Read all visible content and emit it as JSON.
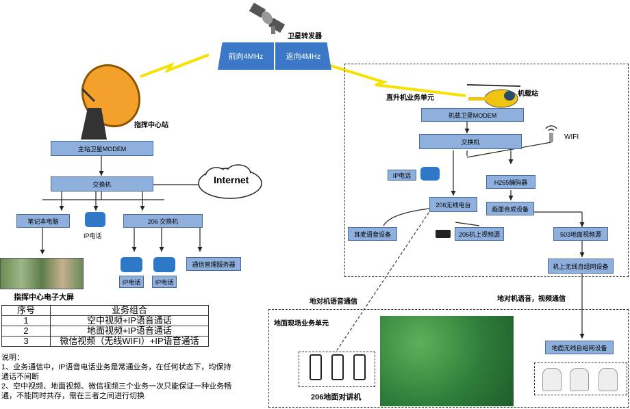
{
  "satellite": {
    "label": "卫星转发器",
    "forward": "前向4MHz",
    "return": "返向4MHz"
  },
  "ground": {
    "station": "指挥中心站",
    "modem": "主站卫星MODEM",
    "switch": "交换机",
    "internet": "Internet",
    "laptop": "笔记本电脑",
    "ipphone": "IP电话",
    "switch206": "206 交换机",
    "ipphone2": "IP电话",
    "ipphone3": "IP电话",
    "server": "通信管理服务器",
    "screen": "指挥中心电子大屏"
  },
  "heli": {
    "unit": "直升机业务单元",
    "station": "机载站",
    "modem": "机载卫星MODEM",
    "switch": "交换机",
    "wifi": "WIFI",
    "ipphone": "IP电话",
    "encoder": "H265编码器",
    "radio206": "206无线电台",
    "composer": "画面合成设备",
    "headset": "耳麦语音设备",
    "video206": "206机上视频源",
    "video503": "503地面视频源",
    "selfnet": "机上无线自组网设备"
  },
  "links": {
    "voice": "地对机语音通信",
    "voice_video": "地对机语音，视频通信"
  },
  "field": {
    "unit": "地面现场业务单元",
    "talkie": "206地面对讲机",
    "selfnet": "地面无线自组网设备"
  },
  "table": {
    "headers": [
      "序号",
      "业务组合"
    ],
    "rows": [
      [
        "1",
        "空中视频+IP语音通话"
      ],
      [
        "2",
        "地面视频+IP语音通话"
      ],
      [
        "3",
        "微信视频（无线WIFI）+IP语音通话"
      ]
    ]
  },
  "notes": {
    "title": "说明：",
    "line1": "1、业务通信中，IP语音电话业务是常通业务，在任何状态下，均保持通话不间断",
    "line2": "2、空中视频、地面视频、微信视频三个业务一次只能保证一种业务畅通，不能同时共存，需在三者之间进行切换"
  }
}
